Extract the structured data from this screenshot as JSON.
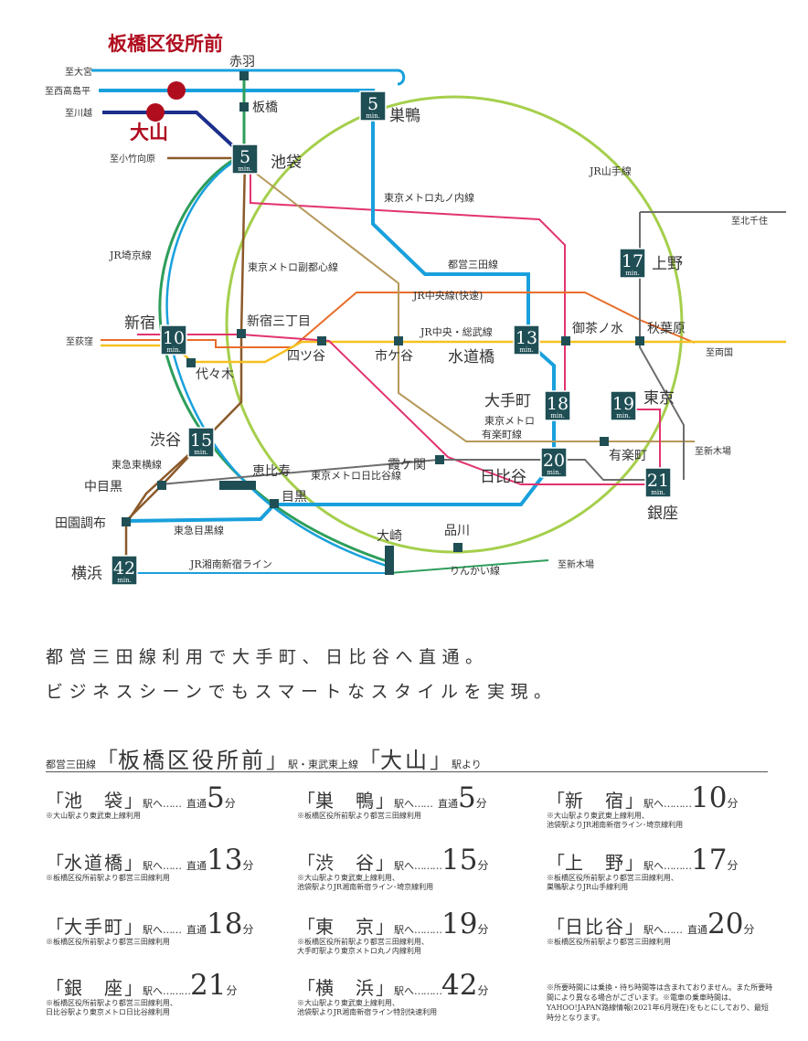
{
  "map": {
    "highlight_stations": [
      "板橋区役所前",
      "大山"
    ],
    "stations": {
      "akabane": "赤羽",
      "itabashi": "板橋",
      "ikebukuro": "池袋",
      "sugamo": "巣鴨",
      "ueno": "上野",
      "shinjuku": "新宿",
      "shinjuku_sanchome": "新宿三丁目",
      "yotsuya": "四ツ谷",
      "ichigaya": "市ケ谷",
      "suidobashi": "水道橋",
      "ochanomizu": "御茶ノ水",
      "akihabara": "秋葉原",
      "yoyogi": "代々木",
      "otemachi": "大手町",
      "tokyo": "東京",
      "shibuya": "渋谷",
      "ebisu": "恵比寿",
      "kasumigaseki": "霞ケ関",
      "hibiya": "日比谷",
      "yurakucho": "有楽町",
      "ginza": "銀座",
      "nakameguro": "中目黒",
      "meguro": "目黒",
      "denenchofu": "田園調布",
      "osaki": "大崎",
      "shinagawa": "品川",
      "yokohama": "横浜"
    },
    "directions": {
      "omiya": "至大宮",
      "nishitakashimadaira": "至西高島平",
      "kawagoe": "至川越",
      "kotakemukaihara": "至小竹向原",
      "kitasenju": "至北千住",
      "ogikubo": "至荻窪",
      "ryogoku": "至両国",
      "shinkiba1": "至新木場",
      "shinkiba2": "至新木場"
    },
    "lines": {
      "yamanote": "JR山手線",
      "marunouchi": "東京メトロ丸ノ内線",
      "mita": "都営三田線",
      "saikyo": "JR埼京線",
      "fukutoshin": "東京メトロ副都心線",
      "chuo_rapid": "JR中央線(快速)",
      "chuo_sobu": "JR中央・総武線",
      "yurakucho": "東京メトロ\n有楽町線",
      "toyoko": "東急東横線",
      "hibiya": "東京メトロ日比谷線",
      "meguro": "東急目黒線",
      "shonan_shinjuku": "JR湘南新宿ライン",
      "rinkai": "りんかい線"
    },
    "minutes": [
      {
        "key": "ikebukuro",
        "value": "5"
      },
      {
        "key": "sugamo",
        "value": "5"
      },
      {
        "key": "ueno",
        "value": "17"
      },
      {
        "key": "shinjuku",
        "value": "10"
      },
      {
        "key": "suidobashi",
        "value": "13"
      },
      {
        "key": "otemachi",
        "value": "18"
      },
      {
        "key": "tokyo",
        "value": "19"
      },
      {
        "key": "hibiya",
        "value": "20"
      },
      {
        "key": "ginza",
        "value": "21"
      },
      {
        "key": "shibuya",
        "value": "15"
      },
      {
        "key": "yokohama",
        "value": "42"
      }
    ],
    "min_label": "min.",
    "colors": {
      "yamanote": "#a5cf4c",
      "saikyo": "#2e9e5b",
      "marunouchi": "#e2346e",
      "mita": "#19a0dc",
      "fukutoshin": "#8b5a2b",
      "tobu_tojo": "#1c2f8c",
      "chuo_rapid": "#e86d2a",
      "chuo_sobu": "#f6c022",
      "yurakucho": "#b5985a",
      "hibiya": "#6d6d6d",
      "highlight": "#b00d1f",
      "box": "#1f4f55"
    }
  },
  "headline": {
    "line1": "都営三田線利用で大手町、日比谷へ直通。",
    "line2": "ビジネスシーンでもスマートなスタイルを実現。"
  },
  "subhead": {
    "prefix": "都営三田線",
    "station1": "板橋区役所前",
    "middle": "駅・東武東上線",
    "station2": "大山",
    "suffix": "駅より"
  },
  "destinations": [
    {
      "name": "池　袋",
      "via": "直通",
      "minutes": "5",
      "note": "※大山駅より東武東上線利用"
    },
    {
      "name": "巣　鴨",
      "via": "直通",
      "minutes": "5",
      "note": "※板橋区役所前駅より都営三田線利用"
    },
    {
      "name": "新　宿",
      "via": "",
      "minutes": "10",
      "note": "※大山駅より東武東上線利用、\n池袋駅よりJR湘南新宿ライン･埼京線利用"
    },
    {
      "name": "水道橋",
      "via": "直通",
      "minutes": "13",
      "note": "※板橋区役所前駅より都営三田線利用"
    },
    {
      "name": "渋　谷",
      "via": "",
      "minutes": "15",
      "note": "※大山駅より東武東上線利用、\n池袋駅よりJR湘南新宿ライン･埼京線利用"
    },
    {
      "name": "上　野",
      "via": "",
      "minutes": "17",
      "note": "※板橋区役所前駅より都営三田線利用、\n巣鴨駅よりJR山手線利用"
    },
    {
      "name": "大手町",
      "via": "直通",
      "minutes": "18",
      "note": "※板橋区役所前駅より都営三田線利用"
    },
    {
      "name": "東　京",
      "via": "",
      "minutes": "19",
      "note": "※板橋区役所前駅より都営三田線利用、\n大手町駅より東京メトロ丸ノ内線利用"
    },
    {
      "name": "日比谷",
      "via": "直通",
      "minutes": "20",
      "note": "※板橋区役所前駅より都営三田線利用"
    },
    {
      "name": "銀　座",
      "via": "",
      "minutes": "21",
      "note": "※板橋区役所前駅より都営三田線利用、\n日比谷駅より東京メトロ日比谷線利用"
    },
    {
      "name": "横　浜",
      "via": "",
      "minutes": "42",
      "note": "※大山駅より東武東上線利用、\n池袋駅よりJR湘南新宿ライン特別快速利用"
    }
  ],
  "labels": {
    "to": "駅へ",
    "min_unit": "分"
  },
  "footnote": "※所要時間には乗換・待ち時間等は含まれておりません。また所要時間により異なる場合がございます。※電車の乗車時間は、YAHOO!JAPAN路線情報(2021年6月現在)をもとにしており、最短時分となります。"
}
